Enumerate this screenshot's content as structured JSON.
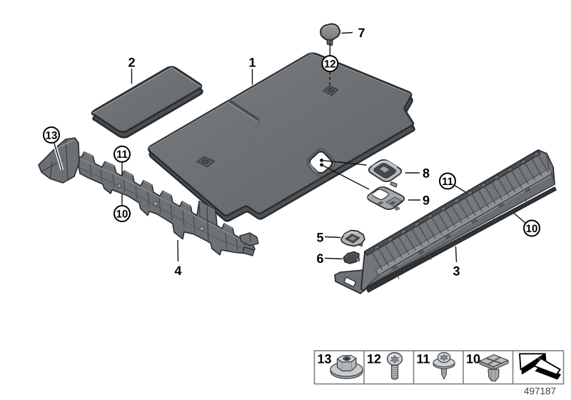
{
  "callouts": {
    "n1": "1",
    "n2": "2",
    "n3": "3",
    "n4": "4",
    "n5": "5",
    "n6": "6",
    "n7": "7",
    "n8": "8",
    "n9": "9",
    "n10": "10",
    "n11": "11",
    "n12": "12",
    "n13": "13"
  },
  "legend": {
    "cells": [
      {
        "number": "13",
        "icon": "hex-nut-with-washer"
      },
      {
        "number": "12",
        "icon": "torx-pan-head-screw"
      },
      {
        "number": "11",
        "icon": "screw-with-captive-washer"
      },
      {
        "number": "10",
        "icon": "expanding-rivet"
      },
      {
        "number": "",
        "icon": "direction-of-travel-arrow"
      }
    ]
  },
  "footer": {
    "drawing_number": "497187"
  },
  "colors": {
    "background": "#ffffff",
    "panel_face": "#6d7174",
    "panel_side": "#4e5255",
    "line_dark": "#2b2e31",
    "small_part_light": "#b6b9bb",
    "insert_dark": "#43484d",
    "legend_border": "#7d8082",
    "text": "#000000",
    "drawing_number_color": "#3f4143"
  }
}
